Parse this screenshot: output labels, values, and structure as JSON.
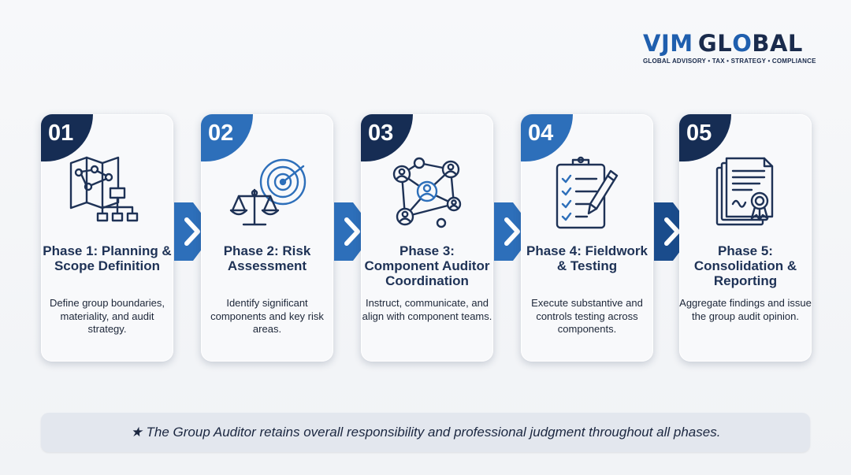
{
  "brand": {
    "name_part1": "VJM",
    "name_part2": "GL",
    "name_o": "O",
    "name_part3": "BAL",
    "tagline": "GLOBAL ADVISORY • TAX • STRATEGY • COMPLIANCE"
  },
  "phases": [
    {
      "number": "01",
      "title": "Phase 1: Planning & Scope Definition",
      "description": "Define group boundaries, materiality, and audit strategy.",
      "icon": "map-hierarchy-icon"
    },
    {
      "number": "02",
      "title": "Phase 2: Risk Assessment",
      "description": "Identify significant components and key risk areas.",
      "icon": "scales-radar-icon"
    },
    {
      "number": "03",
      "title": "Phase 3: Component Auditor Coordination",
      "description": "Instruct, communicate, and align with component teams.",
      "icon": "network-people-icon"
    },
    {
      "number": "04",
      "title": "Phase 4: Fieldwork & Testing",
      "description": "Execute substantive and controls testing across components.",
      "icon": "checklist-clipboard-icon"
    },
    {
      "number": "05",
      "title": "Phase 5: Consolidation & Reporting",
      "description": "Aggregate findings and issue the group audit opinion.",
      "icon": "certificate-report-icon"
    }
  ],
  "footer": {
    "note": "★ The Group Auditor retains overall responsibility and professional judgment throughout all phases."
  },
  "colors": {
    "navy": "#162d54",
    "blue": "#2d6fba",
    "text": "#1e3256",
    "background": "#f4f6f9"
  }
}
